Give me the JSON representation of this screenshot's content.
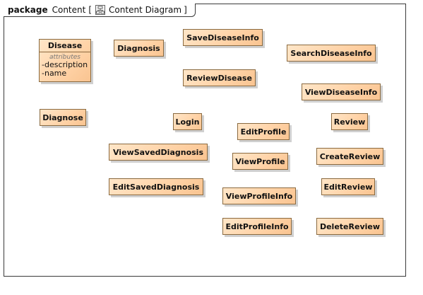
{
  "frame": {
    "keyword": "package",
    "name": "Content",
    "open_bracket": "[",
    "diagram_icon": "class-diagram-icon",
    "diagram_title": "Content Diagram",
    "close_bracket": "]"
  },
  "disease": {
    "name": "Disease",
    "section": "attributes",
    "attributes": [
      "-description",
      "-name"
    ]
  },
  "elements": {
    "diagnosis": "Diagnosis",
    "diagnose": "Diagnose",
    "save_disease_info": "SaveDiseaseInfo",
    "review_disease": "ReviewDisease",
    "search_disease_info": "SearchDiseaseInfo",
    "view_disease_info": "ViewDiseaseInfo",
    "login": "Login",
    "edit_profile": "EditProfile",
    "review": "Review",
    "view_saved_diagnosis": "ViewSavedDiagnosis",
    "view_profile": "ViewProfile",
    "create_review": "CreateReview",
    "edit_saved_diagnosis": "EditSavedDiagnosis",
    "view_profile_info": "ViewProfileInfo",
    "edit_review": "EditReview",
    "edit_profile_info": "EditProfileInfo",
    "delete_review": "DeleteReview"
  }
}
